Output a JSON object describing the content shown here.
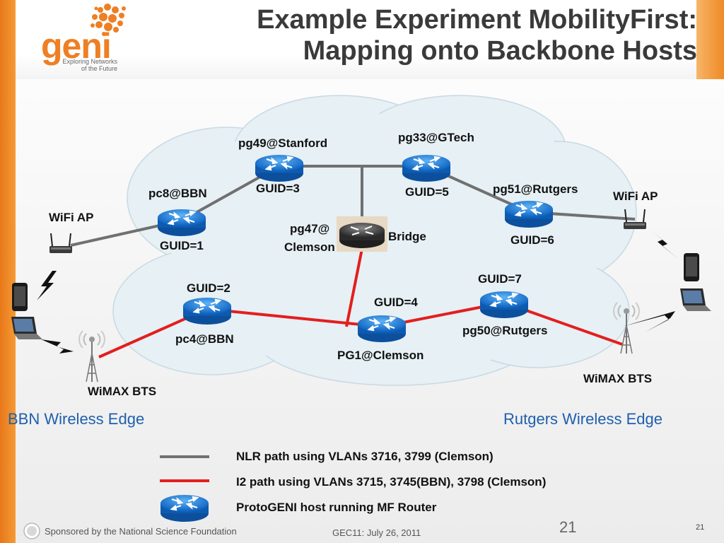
{
  "header": {
    "title_line1": "Example Experiment MobilityFirst:",
    "title_line2": "Mapping onto Backbone Hosts",
    "logo_word": "geni",
    "logo_tagline_1": "Exploring Networks",
    "logo_tagline_2": "of the Future"
  },
  "nodes": {
    "stanford": {
      "host": "pg49@Stanford",
      "guid": "GUID=3"
    },
    "gtech": {
      "host": "pg33@GTech",
      "guid": "GUID=5"
    },
    "bbn_pc8": {
      "host": "pc8@BBN",
      "guid": "GUID=1"
    },
    "rutgers51": {
      "host": "pg51@Rutgers",
      "guid": "GUID=6"
    },
    "clemson47": {
      "host_line1": "pg47@",
      "host_line2": "Clemson",
      "role": "Bridge"
    },
    "bbn_pc4": {
      "host": "pc4@BBN",
      "guid": "GUID=2"
    },
    "pg1": {
      "host": "PG1@Clemson",
      "guid": "GUID=4"
    },
    "rutgers50": {
      "host": "pg50@Rutgers",
      "guid": "GUID=7"
    }
  },
  "endpoints": {
    "wifi_left": "WiFi AP",
    "wifi_right": "WiFi AP",
    "wimax_left": "WiMAX BTS",
    "wimax_right": "WiMAX BTS"
  },
  "edges": {
    "left": "BBN Wireless Edge",
    "right": "Rutgers Wireless Edge"
  },
  "legend": {
    "nlr": "NLR path using VLANs 3716, 3799 (Clemson)",
    "i2": "I2 path using VLANs 3715, 3745(BBN), 3798 (Clemson)",
    "router": "ProtoGENI host running MF Router"
  },
  "colors": {
    "nlr_line": "#707070",
    "i2_line": "#e31e1e",
    "router": "#1a78d6",
    "accent": "#ee7f24",
    "edge_text": "#1f5fae"
  },
  "footer": {
    "sponsor": "Sponsored by the National Science Foundation",
    "event": "GEC11: July 26, 2011",
    "page_large": "21",
    "page_small": "21"
  }
}
